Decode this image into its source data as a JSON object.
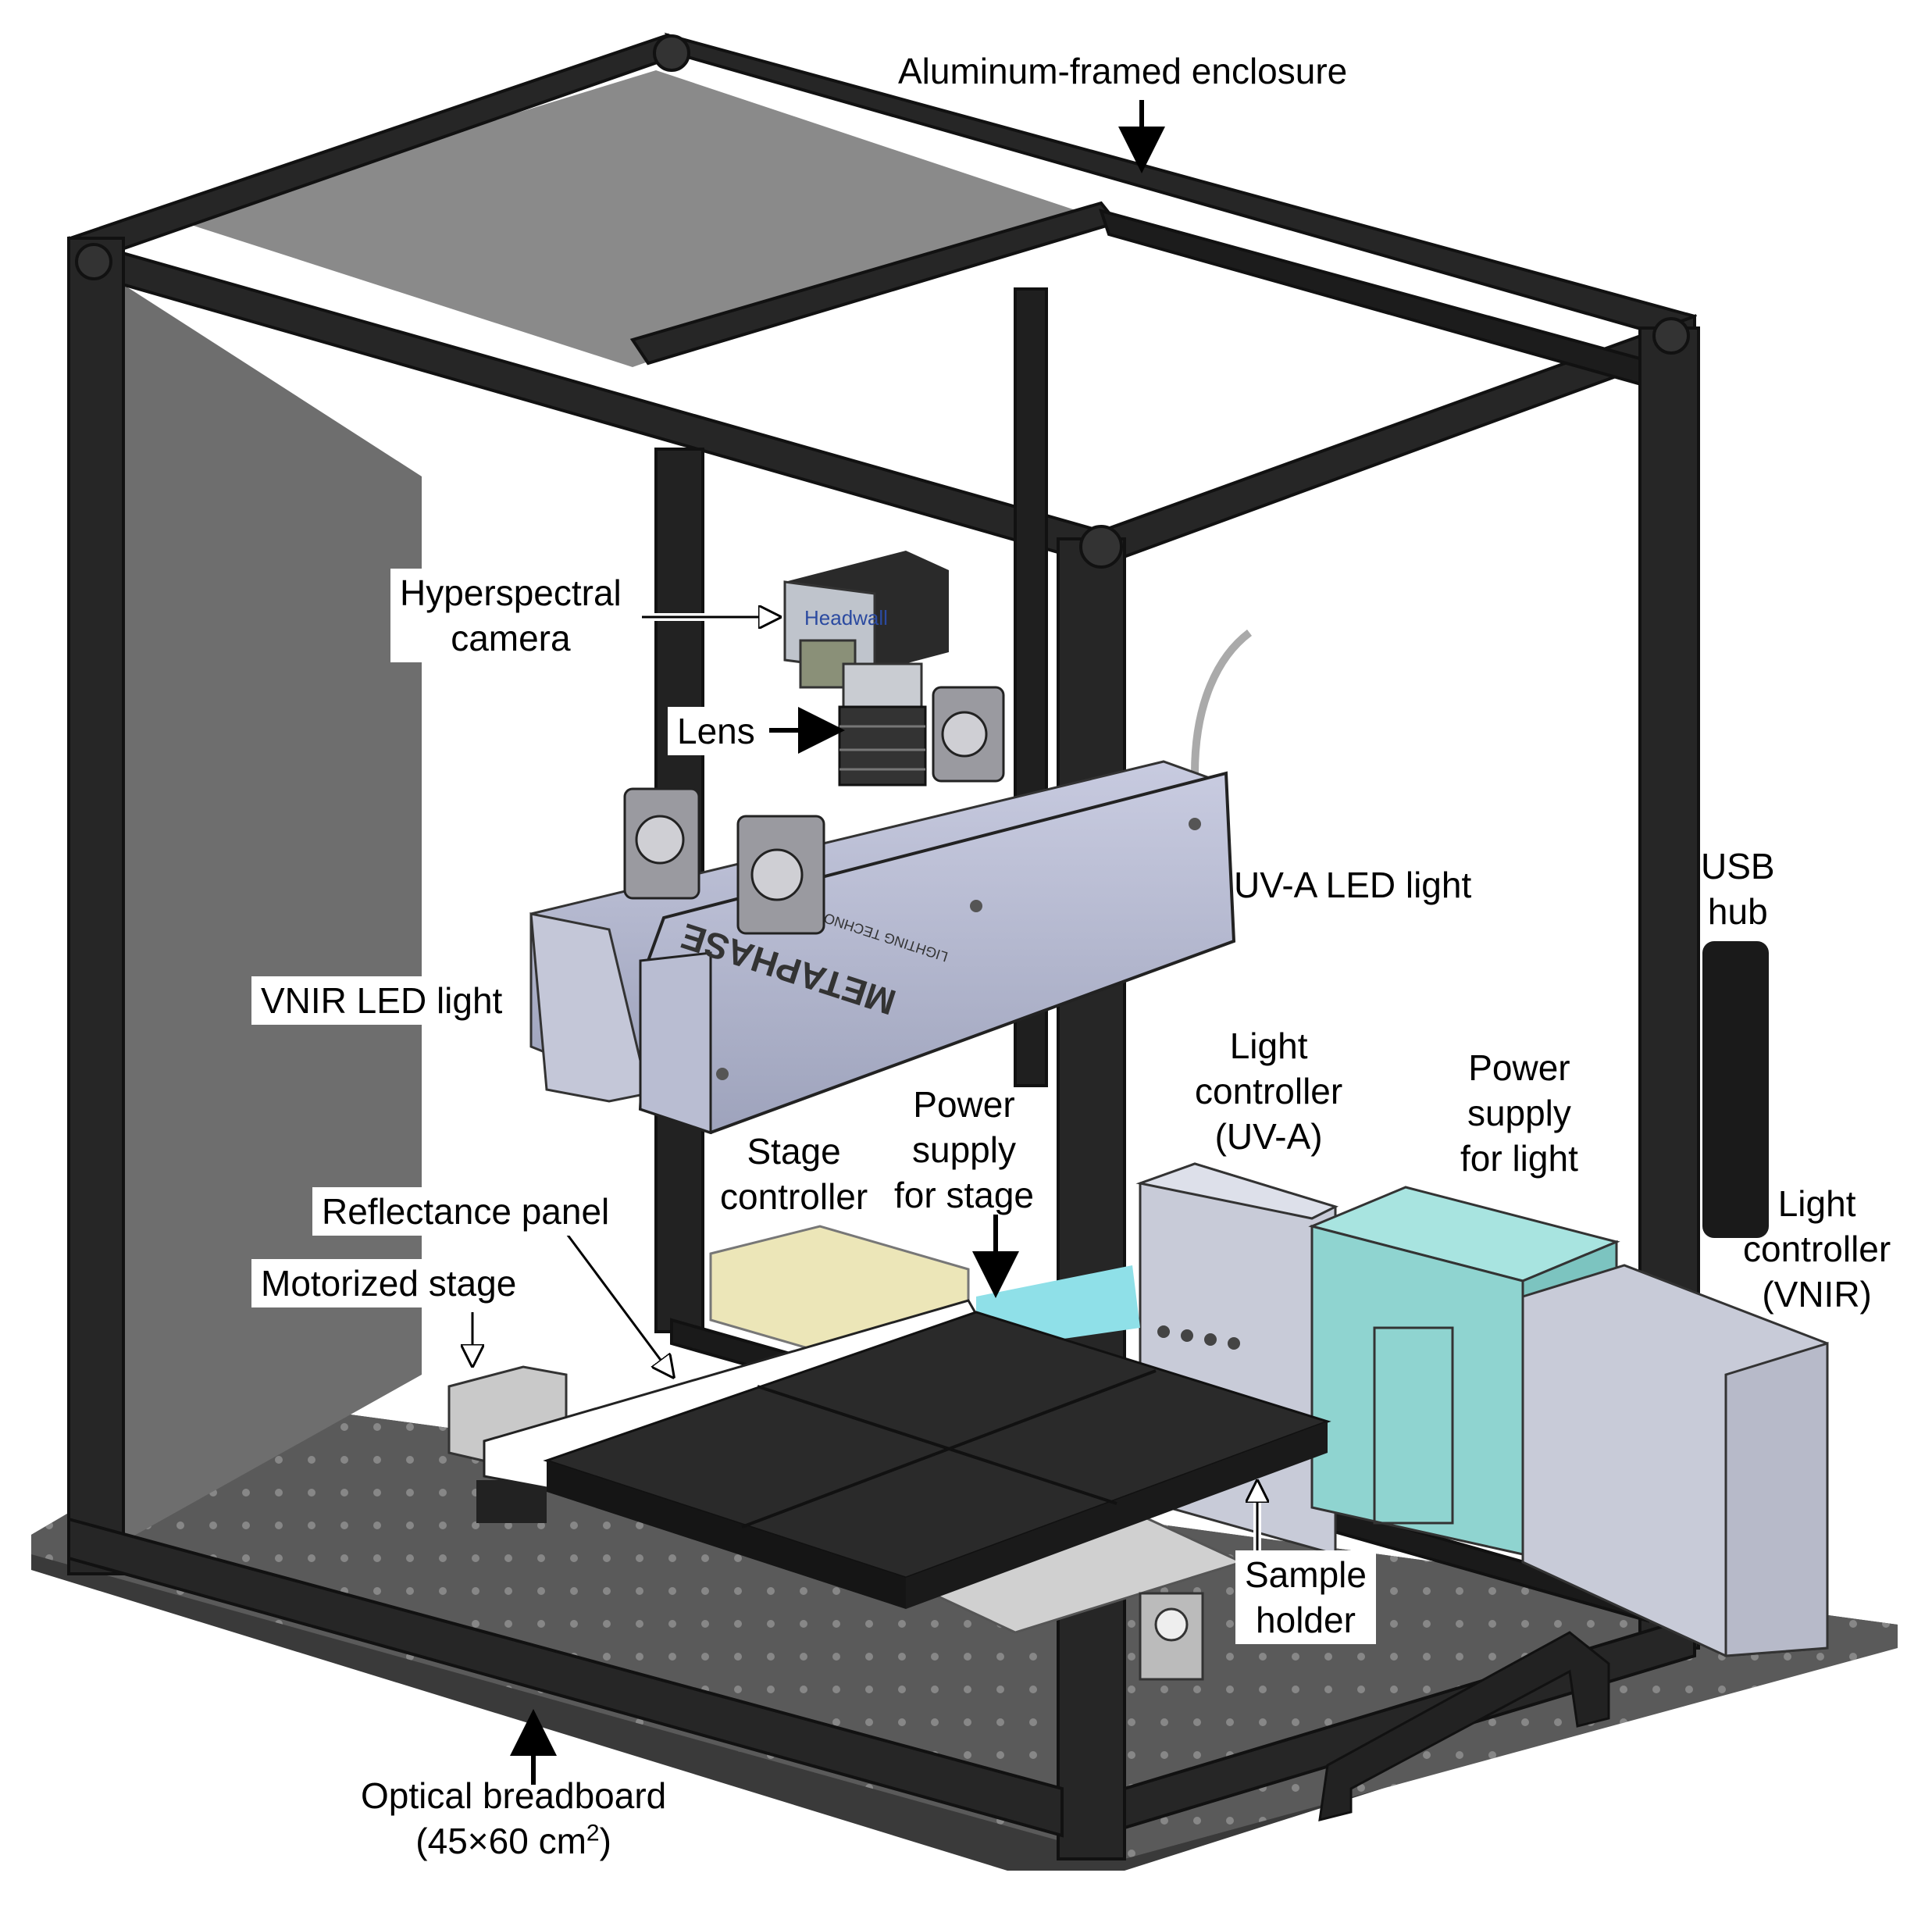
{
  "labels": {
    "enclosure": "Aluminum-framed enclosure",
    "camera_1": "Hyperspectral",
    "camera_2": "camera",
    "lens": "Lens",
    "uva_light": "UV-A LED light",
    "usb_1": "USB",
    "usb_2": "hub",
    "vnir_light": "VNIR LED light",
    "light_ctrl_uva_1": "Light",
    "light_ctrl_uva_2": "controller",
    "light_ctrl_uva_3": "(UV-A)",
    "psu_light_1": "Power",
    "psu_light_2": "supply",
    "psu_light_3": "for light",
    "stage_ctrl_1": "Stage",
    "stage_ctrl_2": "controller",
    "psu_stage_1": "Power",
    "psu_stage_2": "supply",
    "psu_stage_3": "for stage",
    "light_ctrl_vnir_1": "Light",
    "light_ctrl_vnir_2": "controller",
    "light_ctrl_vnir_3": "(VNIR)",
    "reflectance": "Reflectance panel",
    "motorized": "Motorized stage",
    "sample_1": "Sample",
    "sample_2": "holder",
    "breadboard_1": "Optical breadboard",
    "breadboard_2a": "(45×60 cm",
    "breadboard_2sup": "2",
    "breadboard_2b": ")"
  },
  "brand_text": "METAPHASE",
  "brand_sub": "LIGHTING TECHNOLOGIES",
  "camera_brand": "Headwall",
  "colors": {
    "frame": "#1e1e1e",
    "panel_gray": "#6a6a6a",
    "led_body": "#b4b8cc",
    "cyan_box": "#8fd4d0",
    "breadboard": "#4a4a4a",
    "stage_ctrl": "#ece6b8",
    "controller": "#c8cbd8"
  }
}
